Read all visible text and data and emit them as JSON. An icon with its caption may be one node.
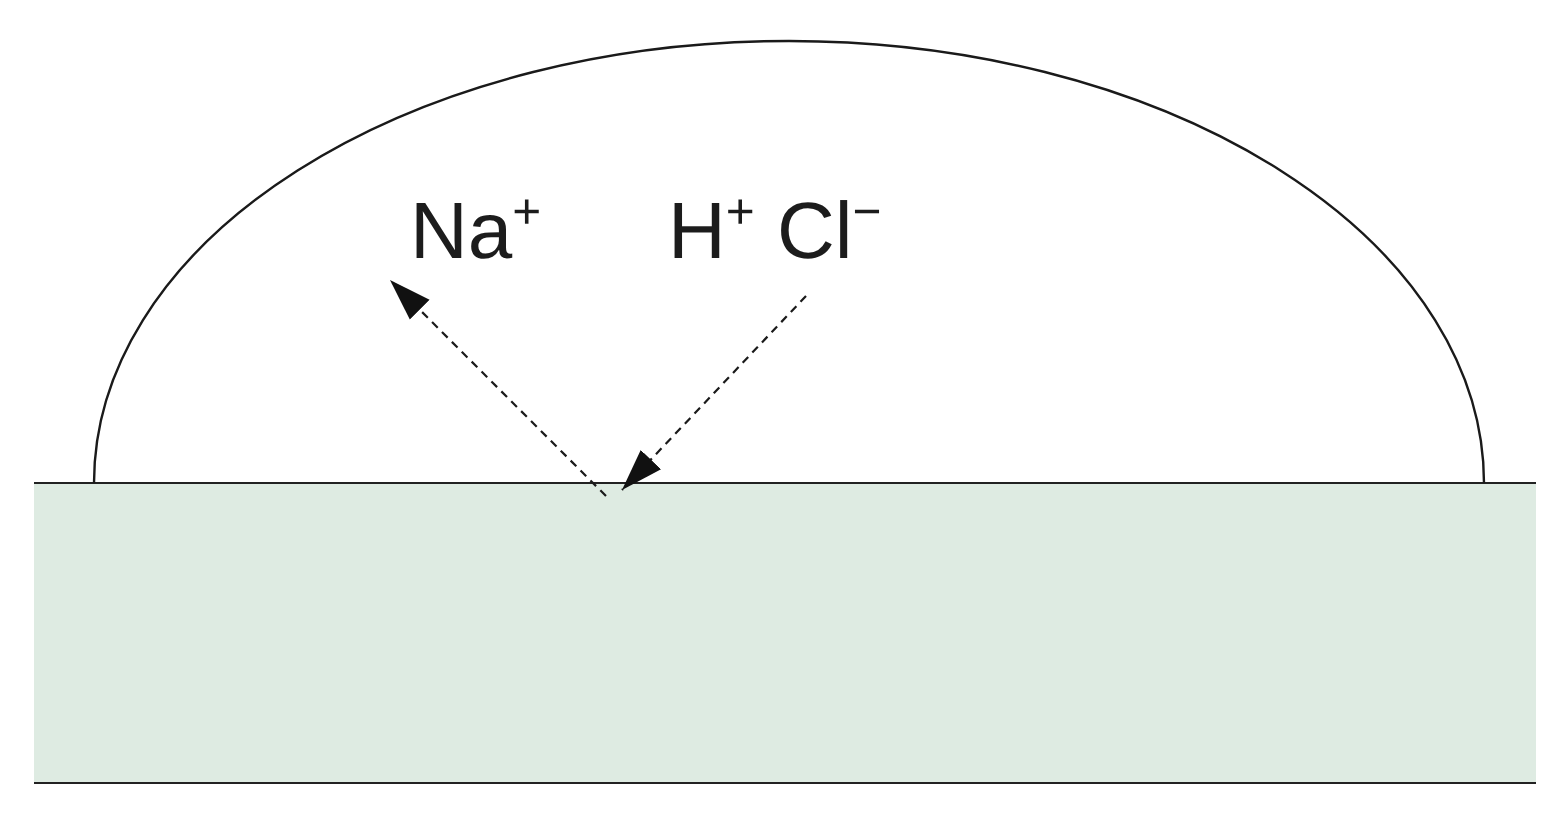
{
  "diagram": {
    "nodes": [
      {
        "text": [
          "Na$^{+}$"
        ]
      },
      {
        "text": [
          "H$^{+}$ Cl$^{−}$"
        ]
      },
      {
        "text": [],
        "shape": "box"
      }
    ],
    "edges": [
      {
        "from": 2,
        "to": 0,
        "arrow": "to",
        "style": "dashed"
      },
      {
        "from": 1,
        "to": 2,
        "arrow": "to",
        "style": "dashed"
      }
    ]
  }
}
